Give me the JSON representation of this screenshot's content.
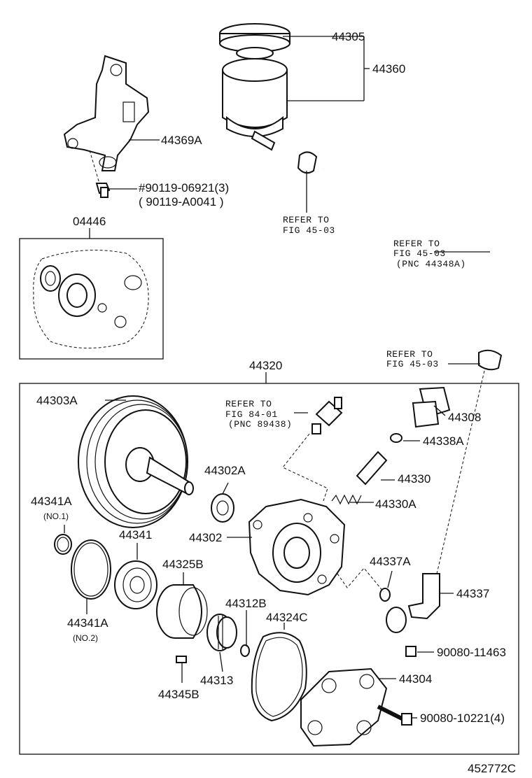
{
  "labels": {
    "p44305": "44305",
    "p44360": "44360",
    "p44369A": "44369A",
    "bolt_a": "#90119-06921(3)",
    "bolt_b": "( 90119-A0041   )",
    "refer1_a": "REFER TO",
    "refer1_b": "FIG 45-03",
    "p04446": "04446",
    "refer2_a": "REFER TO",
    "refer2_b": "FIG 45-03",
    "refer2_c": "(PNC 44348A)",
    "refer3_a": "REFER TO",
    "refer3_b": "FIG 45-03",
    "p44320": "44320",
    "p44303A": "44303A",
    "refer4_a": "REFER TO",
    "refer4_b": "FIG 84-01",
    "refer4_c": "(PNC 89438)",
    "p44308": "44308",
    "p44338A": "44338A",
    "p44302A": "44302A",
    "p44330": "44330",
    "p44341A_1": "44341A",
    "no1": "(NO.1)",
    "p44330A": "44330A",
    "p44341": "44341",
    "p44302": "44302",
    "p44325B": "44325B",
    "p44337A": "44337A",
    "p44337": "44337",
    "p44341A_2": "44341A",
    "no2": "(NO.2)",
    "p44312B": "44312B",
    "p44324C": "44324C",
    "p90080_11463": "90080-11463",
    "p44313": "44313",
    "p44304": "44304",
    "p44345B": "44345B",
    "p90080_10221": "90080-10221(4)",
    "code": "452772C"
  }
}
